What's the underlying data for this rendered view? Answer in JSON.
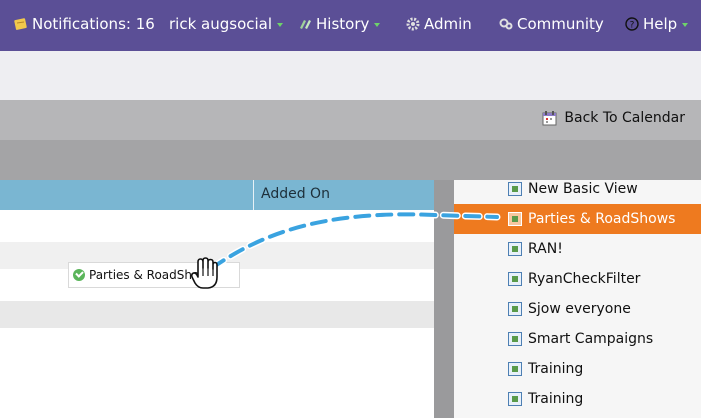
{
  "nav": {
    "notifications": "Notifications: 16",
    "user": "rick augsocial",
    "history": "History",
    "admin": "Admin",
    "community": "Community",
    "help": "Help"
  },
  "toolbar": {
    "back_to_calendar": "Back To Calendar"
  },
  "table": {
    "columns": [
      "Added On"
    ],
    "dragged_item": "Parties & RoadShows"
  },
  "panel": {
    "items": [
      {
        "label": "New Basic View"
      },
      {
        "label": "Parties & RoadShows",
        "selected": true
      },
      {
        "label": "RAN!"
      },
      {
        "label": "RyanCheckFilter"
      },
      {
        "label": "Sjow everyone"
      },
      {
        "label": "Smart Campaigns"
      },
      {
        "label": "Training"
      },
      {
        "label": "Training"
      }
    ]
  },
  "colors": {
    "nav_bg": "#5b4f96",
    "header_blue": "#7ab6d2",
    "selected_orange": "#ee7a1f",
    "drag_line": "#3aa3e0"
  }
}
